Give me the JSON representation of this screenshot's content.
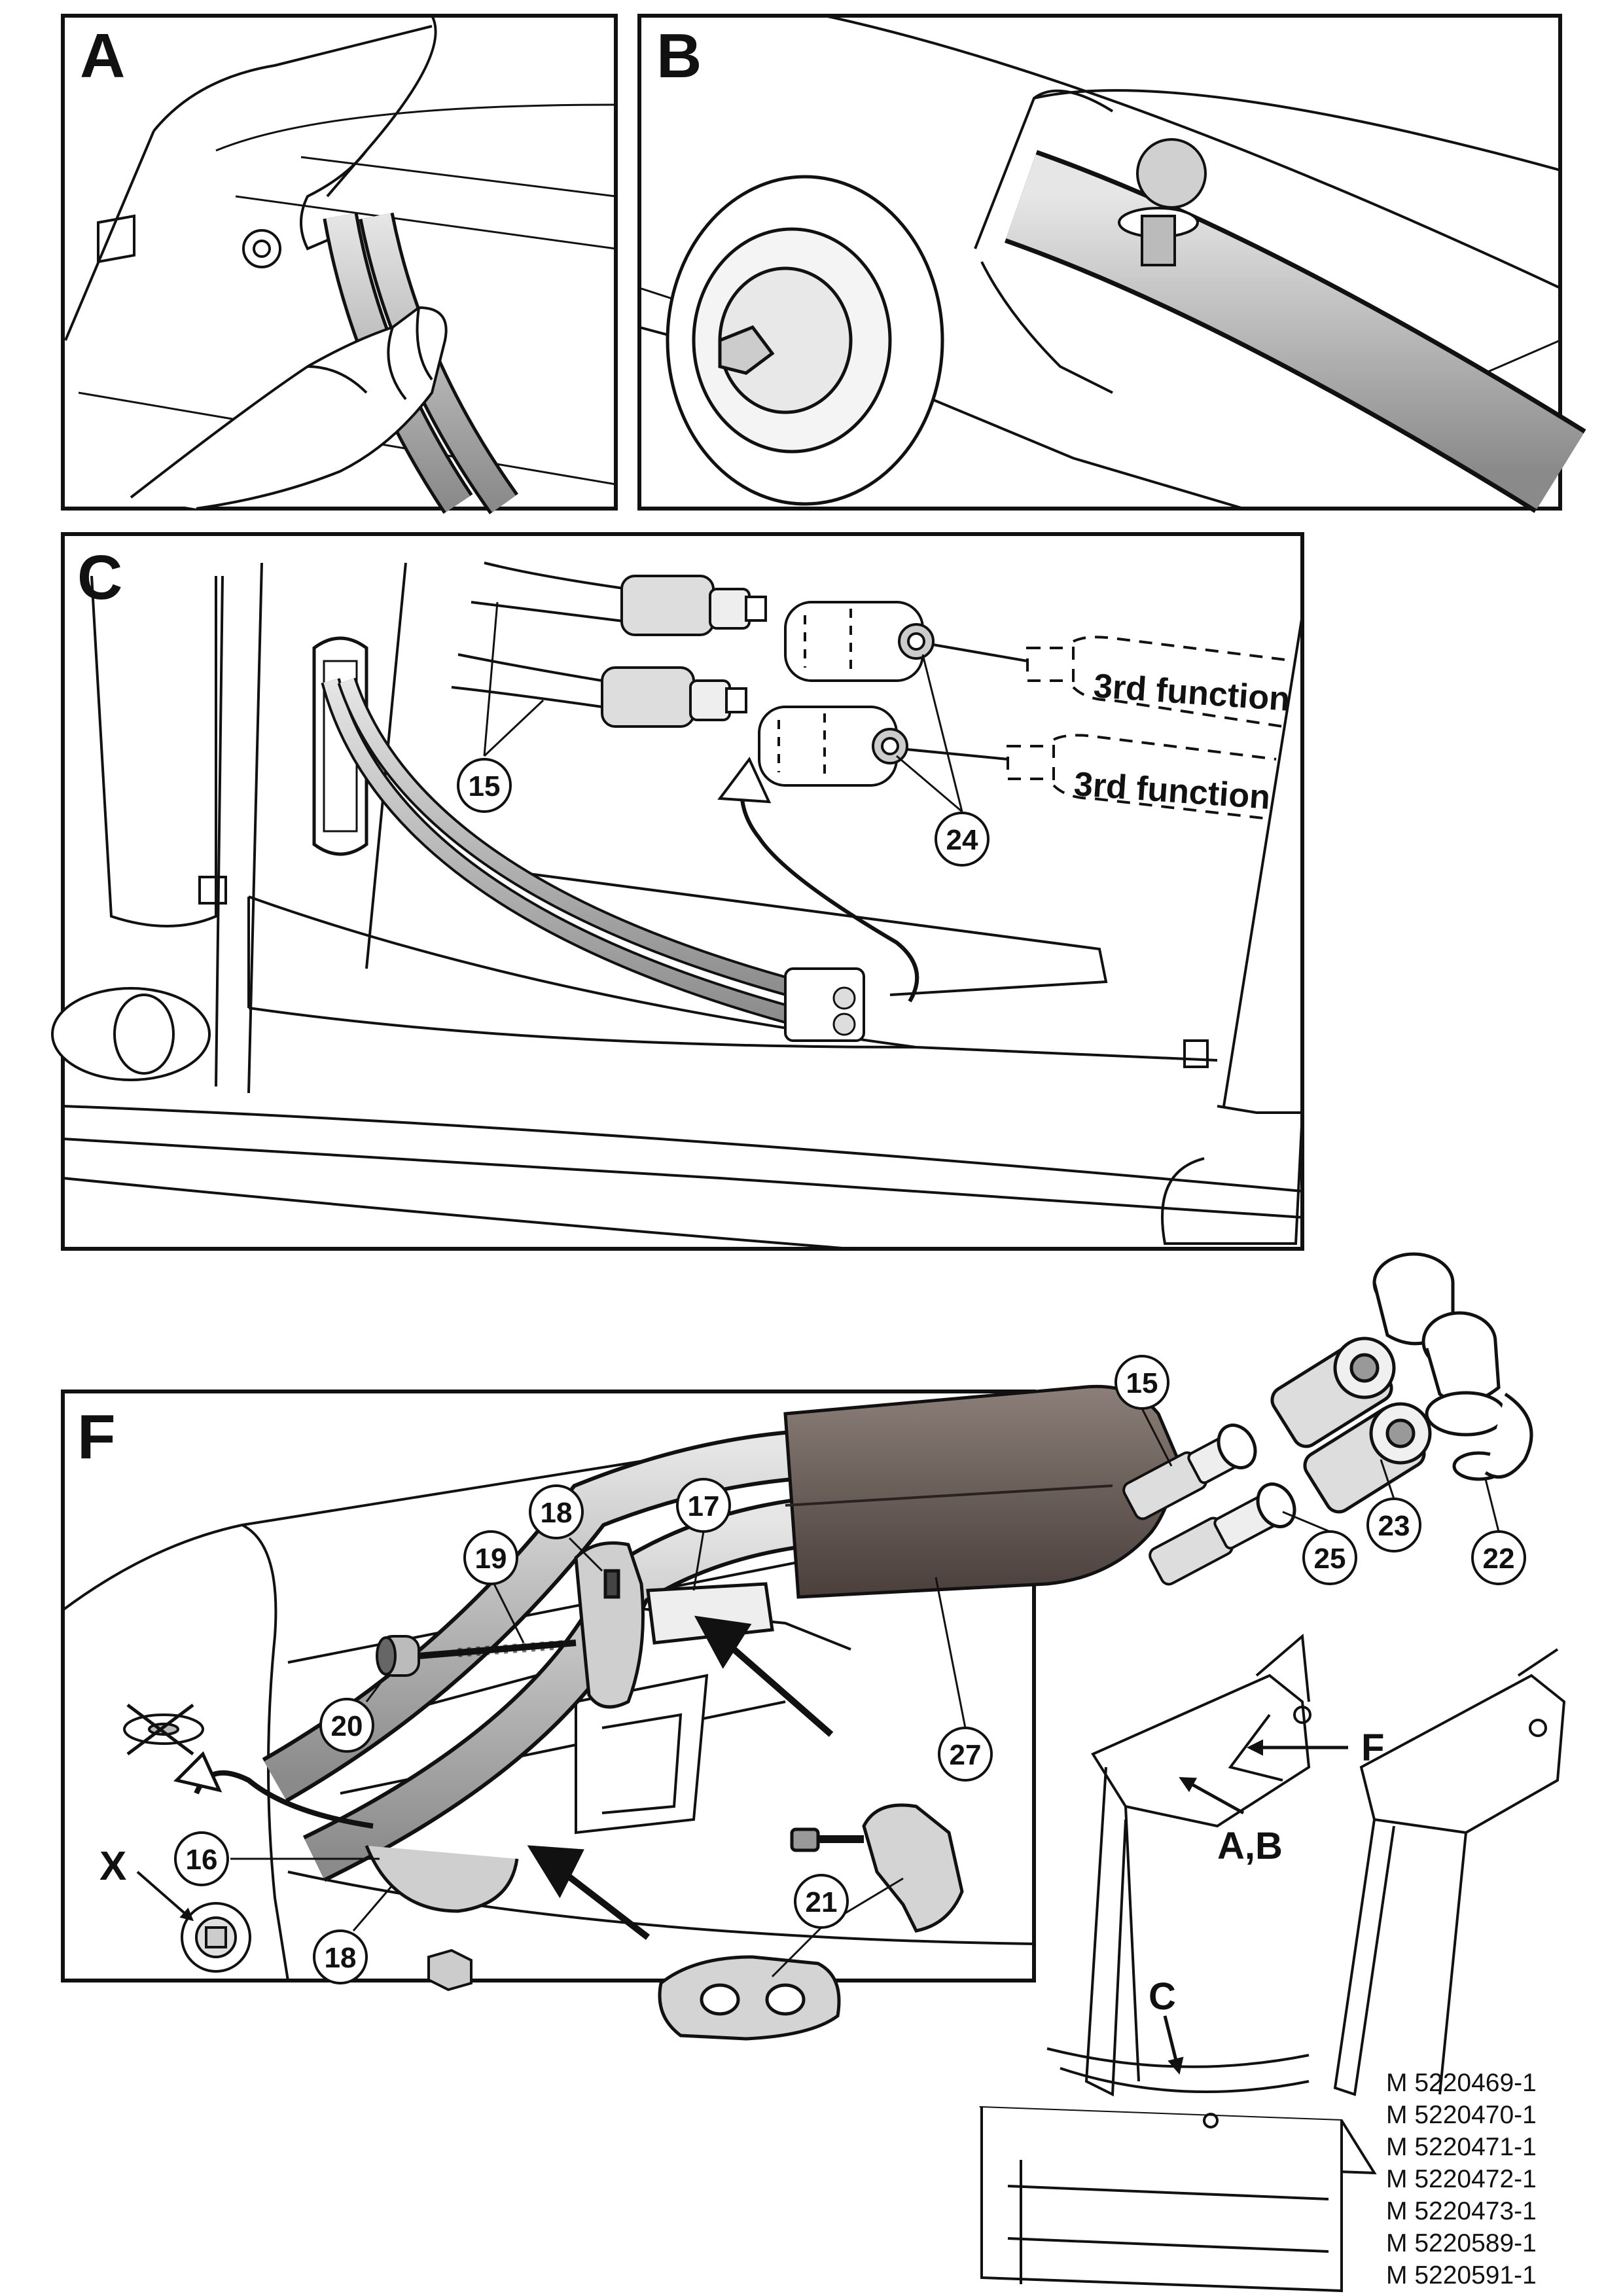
{
  "panels": [
    {
      "id": "A",
      "label": "A"
    },
    {
      "id": "B",
      "label": "B"
    },
    {
      "id": "C",
      "label": "C"
    },
    {
      "id": "F",
      "label": "F"
    }
  ],
  "panel_c": {
    "function_label_1": "3rd function",
    "function_label_2": "3rd function",
    "callouts": [
      "15",
      "24"
    ]
  },
  "panel_f": {
    "callouts": [
      "15",
      "16",
      "17",
      "18",
      "18",
      "19",
      "20",
      "21",
      "22",
      "23",
      "25",
      "27"
    ],
    "marker_x": "X"
  },
  "overview": {
    "location_labels": [
      "F",
      "A,B",
      "C"
    ]
  },
  "reference_numbers": [
    "M 5220469-1",
    "M 5220470-1",
    "M 5220471-1",
    "M 5220472-1",
    "M 5220473-1",
    "M 5220589-1",
    "M 5220591-1"
  ]
}
